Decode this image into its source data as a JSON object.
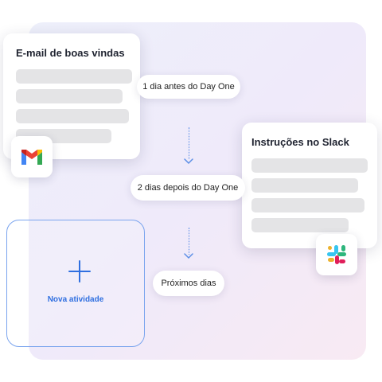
{
  "cards": {
    "email": {
      "title": "E-mail de boas vindas"
    },
    "slack": {
      "title": "Instruções no Slack"
    }
  },
  "steps": [
    {
      "label": "1 dia antes do Day One"
    },
    {
      "label": "2 dias depois do Day One"
    },
    {
      "label": "Próximos dias"
    }
  ],
  "new_activity": {
    "label": "Nova atividade",
    "icon": "plus-icon"
  },
  "icons": {
    "email_app": "gmail-icon",
    "chat_app": "slack-icon"
  },
  "colors": {
    "accent": "#2f6fe0",
    "connector": "#5b8ee6"
  }
}
